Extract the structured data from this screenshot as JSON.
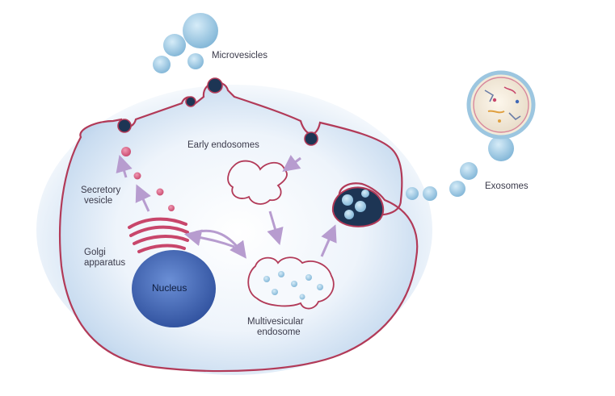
{
  "labels": {
    "microvesicles": "Microvesicles",
    "early_endosomes": "Early endosomes",
    "secretory_line1": "Secretory",
    "secretory_line2": "vesicle",
    "golgi_line1": "Golgi",
    "golgi_line2": "apparatus",
    "nucleus": "Nucleus",
    "multivesicular_line1": "Multivesicular",
    "multivesicular_line2": "endosome",
    "exosomes": "Exosomes"
  },
  "colors": {
    "membrane": "#b23a58",
    "cell_fill": "#dfeaf6",
    "vesicle_blue": "#9cc6e0",
    "nucleus": "#3f67b6",
    "golgi": "#c8466b",
    "arrow": "#b79ccf"
  }
}
